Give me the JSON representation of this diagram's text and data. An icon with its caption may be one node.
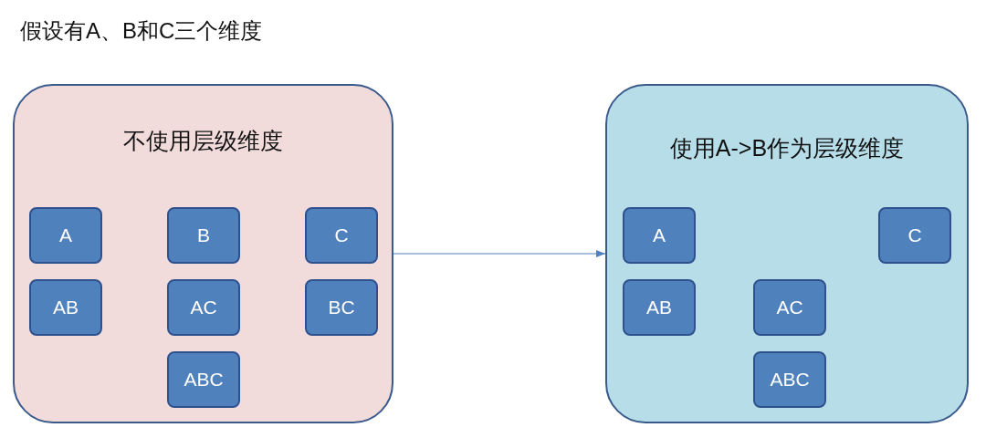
{
  "diagram": {
    "title": "假设有A、B和C三个维度",
    "nodes": [
      {
        "text": [
          "不使用层级维度"
        ]
      },
      {
        "text": [
          "A"
        ],
        "in": 0
      },
      {
        "text": [
          "B"
        ],
        "in": 0
      },
      {
        "text": [
          "C"
        ],
        "in": 0
      },
      {
        "text": [
          "AB"
        ],
        "in": 0
      },
      {
        "text": [
          "AC"
        ],
        "in": 0
      },
      {
        "text": [
          "BC"
        ],
        "in": 0
      },
      {
        "text": [
          "ABC"
        ],
        "in": 0
      },
      {
        "text": [
          "使用A->B作为层级维度"
        ]
      },
      {
        "text": [
          "A"
        ],
        "in": 8
      },
      {
        "text": [
          "C"
        ],
        "in": 8
      },
      {
        "text": [
          "AB"
        ],
        "in": 8
      },
      {
        "text": [
          "AC"
        ],
        "in": 8
      },
      {
        "text": [
          "ABC"
        ],
        "in": 8
      }
    ],
    "edges": [
      {
        "from": 0,
        "to": 8,
        "arrow": "to"
      }
    ]
  }
}
